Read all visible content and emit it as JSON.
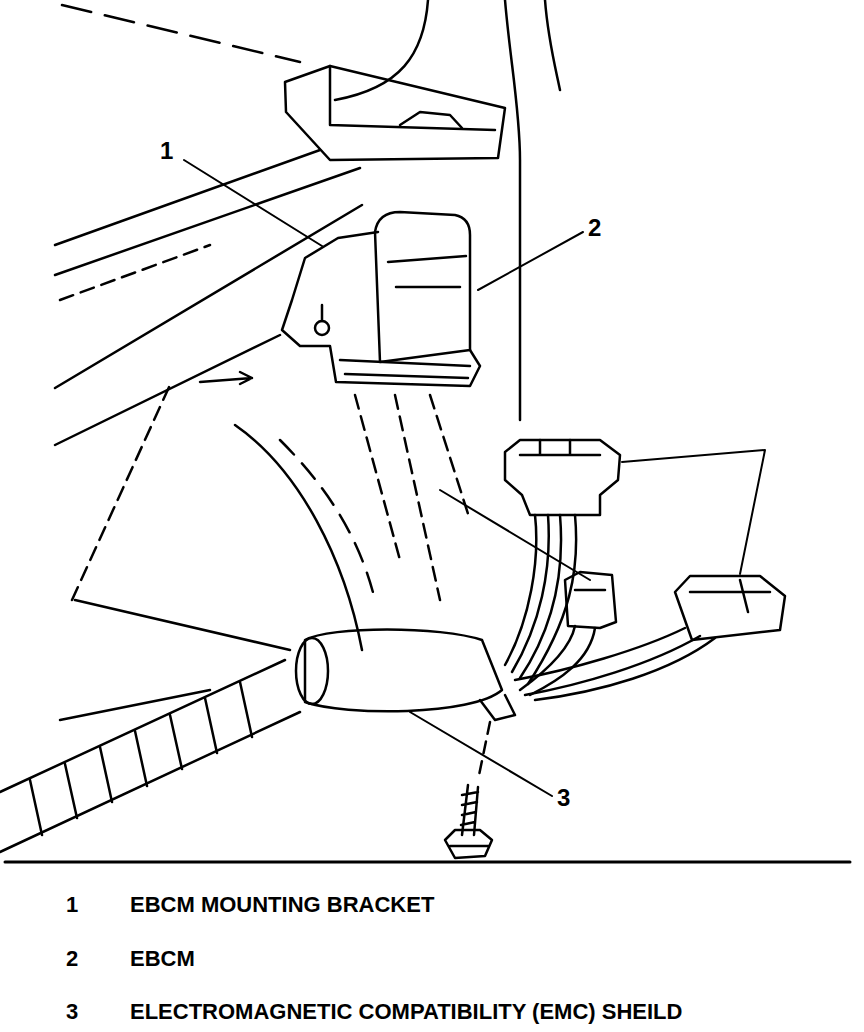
{
  "diagram": {
    "labels": [
      "1",
      "2",
      "3",
      "1",
      "EBCM MOUNTING BRACKET",
      "2",
      "EBCM",
      "3",
      "ELECTROMAGNETIC COMPATIBILITY (EMC) SHEILD"
    ]
  }
}
